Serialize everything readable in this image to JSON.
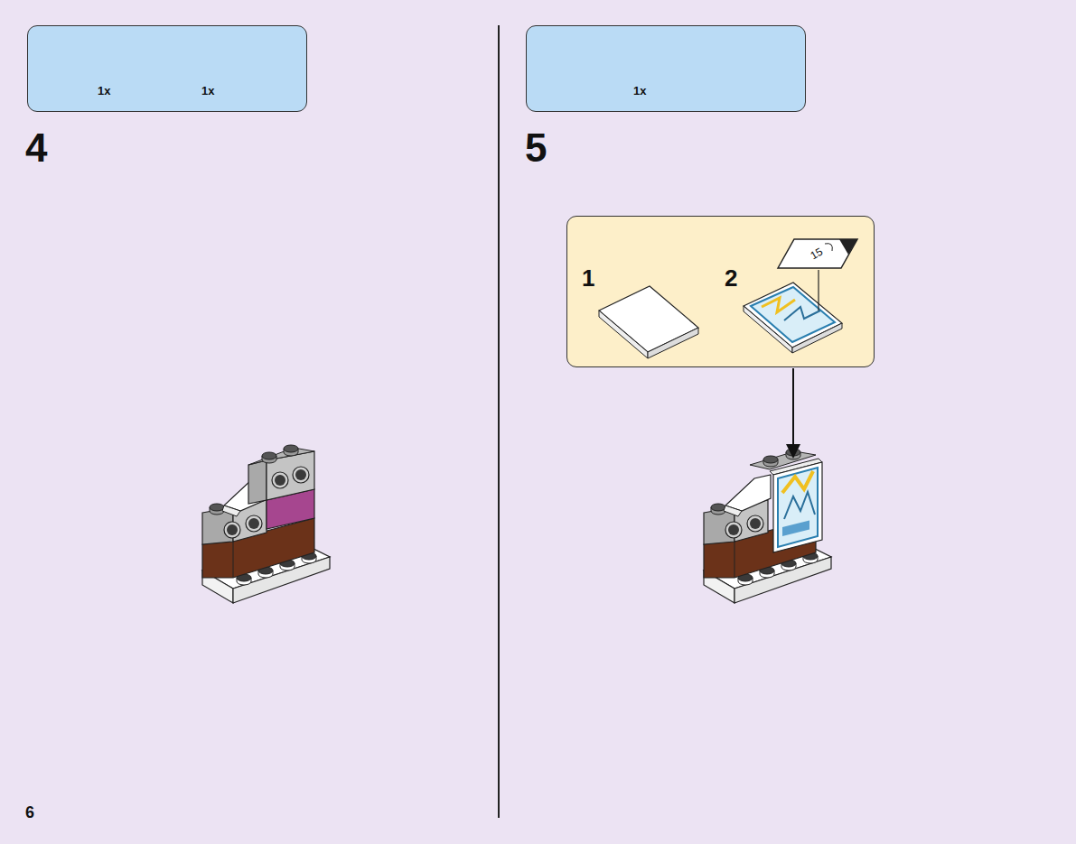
{
  "diagram": {
    "nodes": [
      {
        "text": [
          "1x",
          "1x"
        ]
      },
      {
        "text": [
          "1x"
        ]
      },
      {
        "text": [
          "1",
          "2"
        ]
      },
      {
        "text": [
          "15"
        ],
        "in": 2
      }
    ],
    "labels": [
      "4",
      "5",
      "6"
    ]
  }
}
